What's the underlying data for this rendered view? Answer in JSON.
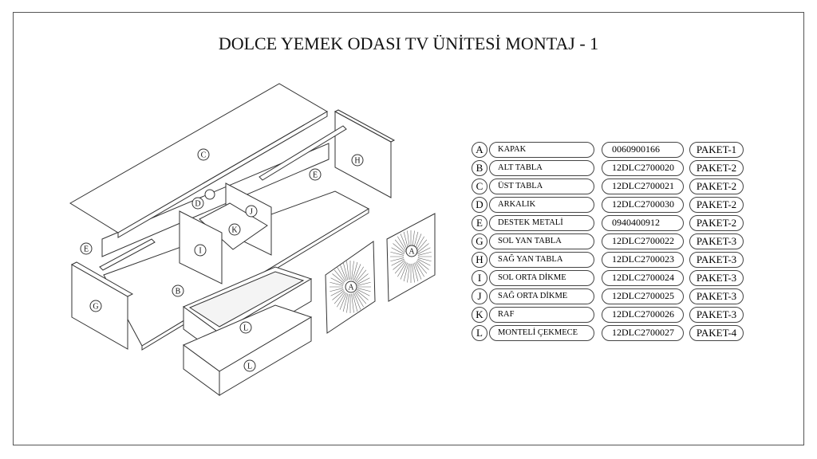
{
  "title": "DOLCE YEMEK ODASI TV ÜNİTESİ MONTAJ - 1",
  "diagram_labels": [
    "C",
    "H",
    "E",
    "D",
    "J",
    "K",
    "I",
    "E",
    "G",
    "B",
    "L",
    "L",
    "A",
    "A"
  ],
  "parts": [
    {
      "letter": "A",
      "name": "KAPAK",
      "code": "0060900166",
      "package": "PAKET-1"
    },
    {
      "letter": "B",
      "name": "ALT TABLA",
      "code": "12DLC2700020",
      "package": "PAKET-2"
    },
    {
      "letter": "C",
      "name": "ÜST TABLA",
      "code": "12DLC2700021",
      "package": "PAKET-2"
    },
    {
      "letter": "D",
      "name": "ARKALIK",
      "code": "12DLC2700030",
      "package": "PAKET-2"
    },
    {
      "letter": "E",
      "name": "DESTEK METALİ",
      "code": "0940400912",
      "package": "PAKET-2"
    },
    {
      "letter": "G",
      "name": "SOL YAN TABLA",
      "code": "12DLC2700022",
      "package": "PAKET-3"
    },
    {
      "letter": "H",
      "name": "SAĞ YAN TABLA",
      "code": "12DLC2700023",
      "package": "PAKET-3"
    },
    {
      "letter": "I",
      "name": "SOL ORTA DİKME",
      "code": "12DLC2700024",
      "package": "PAKET-3"
    },
    {
      "letter": "J",
      "name": "SAĞ ORTA DİKME",
      "code": "12DLC2700025",
      "package": "PAKET-3"
    },
    {
      "letter": "K",
      "name": "RAF",
      "code": "12DLC2700026",
      "package": "PAKET-3"
    },
    {
      "letter": "L",
      "name": "MONTELİ ÇEKMECE",
      "code": "12DLC2700027",
      "package": "PAKET-4"
    }
  ]
}
